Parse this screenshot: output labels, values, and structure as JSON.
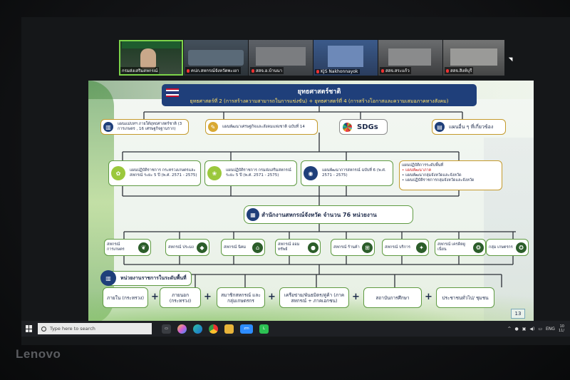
{
  "device": {
    "brand": "Lenovo"
  },
  "meeting": {
    "participants": [
      {
        "name": "กรมส่งเสริมสหกรณ์",
        "active": true,
        "muted": false
      },
      {
        "name": "คปภ.สหกรณ์จังหวัดพะเยา",
        "active": false,
        "muted": true
      },
      {
        "name": "สสจ.อ.บ้านนา",
        "active": false,
        "muted": true
      },
      {
        "name": "KJS Nakhonnayok",
        "active": false,
        "muted": true
      },
      {
        "name": "สสจ.สระแก้ว",
        "active": false,
        "muted": true
      },
      {
        "name": "สสจ.สิงห์บุรี",
        "active": false,
        "muted": true
      }
    ]
  },
  "slide": {
    "title": "ยุทธศาสตร์ชาติ",
    "subtitle": "ยุทธศาสตร์ที่ 2 (การสร้างความสามารถในการแข่งขัน) + ยุทธศาสตร์ที่ 4 (การสร้างโอกาสและความเสมอภาคทางสังคม)",
    "level1": [
      {
        "text": "แผนแม่บทฯ ภายใต้ยุทธศาสตร์ชาติ (3 การเกษตร , 16 เศรษฐกิจฐานราก)",
        "icon": "building-icon"
      },
      {
        "text": "แผนพัฒนาเศรษฐกิจและสังคมแห่งชาติ ฉบับที่ 14",
        "icon": "document-icon"
      },
      {
        "text": "SDGs",
        "icon": "sdg-wheel-icon"
      },
      {
        "text": "แผนอื่น ๆ ที่เกี่ยวข้อง",
        "icon": "clipboard-icon"
      }
    ],
    "level2": [
      {
        "text": "แผนปฏิบัติราชการ กระทรวงเกษตรและสหกรณ์ ระยะ 5 ปี (พ.ศ. 2571 - 2575)",
        "icon": "ministry-seal-icon"
      },
      {
        "text": "แผนปฏิบัติราชการ กรมส่งเสริมสหกรณ์ ระยะ 5 ปี (พ.ศ. 2571 - 2575)",
        "icon": "department-seal-icon"
      },
      {
        "text": "แผนพัฒนาการสหกรณ์ ฉบับที่ 6 (พ.ศ. 2571 - 2575)",
        "icon": "cooperative-seal-icon"
      },
      {
        "text": "แผนปฏิบัติการระดับพื้นที่",
        "bullets": [
          "แผนพัฒนาภาค",
          "แผนพัฒนากลุ่มจังหวัดและจังหวัด",
          "แผนปฏิบัติราชการกลุ่มจังหวัดและจังหวัด"
        ]
      }
    ],
    "hub": "สำนักงานสหกรณ์จังหวัด จำนวน 76 หน่วยงาน",
    "cooperatives": [
      {
        "text": "สหกรณ์ การเกษตร",
        "icon": "leaf-icon"
      },
      {
        "text": "สหกรณ์ ประมง",
        "icon": "fish-icon"
      },
      {
        "text": "สหกรณ์ นิคม",
        "icon": "house-icon"
      },
      {
        "text": "สหกรณ์ ออมทรัพย์",
        "icon": "piggy-bank-icon"
      },
      {
        "text": "สหกรณ์ ร้านค้า",
        "icon": "cart-icon"
      },
      {
        "text": "สหกรณ์ บริการ",
        "icon": "handshake-icon"
      },
      {
        "text": "สหกรณ์ เครดิตยูเนี่ยน",
        "icon": "coins-icon"
      },
      {
        "text": "กลุ่ม เกษตรกร",
        "icon": "people-icon"
      }
    ],
    "local_head": "หน่วยงานราชการในระดับพื้นที่",
    "bottom": [
      {
        "text": "ภายใน (กระทรวง)"
      },
      {
        "text": "ภายนอก (กระทรวง)"
      },
      {
        "text": "สมาชิกสหกรณ์ และกลุ่มเกษตรกร"
      },
      {
        "text": "เครือข่าย/พันธมิตร/คู่ค้า (ภาคสหกรณ์ + ภาคเอกชน)"
      },
      {
        "text": "สถาบันการศึกษา"
      },
      {
        "text": "ประชาชนทั่วไป/ ชุมชน"
      }
    ],
    "plus": "+",
    "page_number": "13"
  },
  "taskbar": {
    "search_placeholder": "Type here to search",
    "language": "ENG",
    "clock_time": "10",
    "clock_date": "11/",
    "apps": [
      "task-view-icon",
      "copilot-icon",
      "edge-icon",
      "chrome-icon",
      "file-explorer-icon",
      "zoom-icon",
      "line-icon"
    ]
  },
  "colors": {
    "slide_title_bg": "#1f3f7a",
    "box_border": "#5f9b42",
    "accent_red": "#d21d1d",
    "subtitle_yellow": "#ffe06a"
  }
}
